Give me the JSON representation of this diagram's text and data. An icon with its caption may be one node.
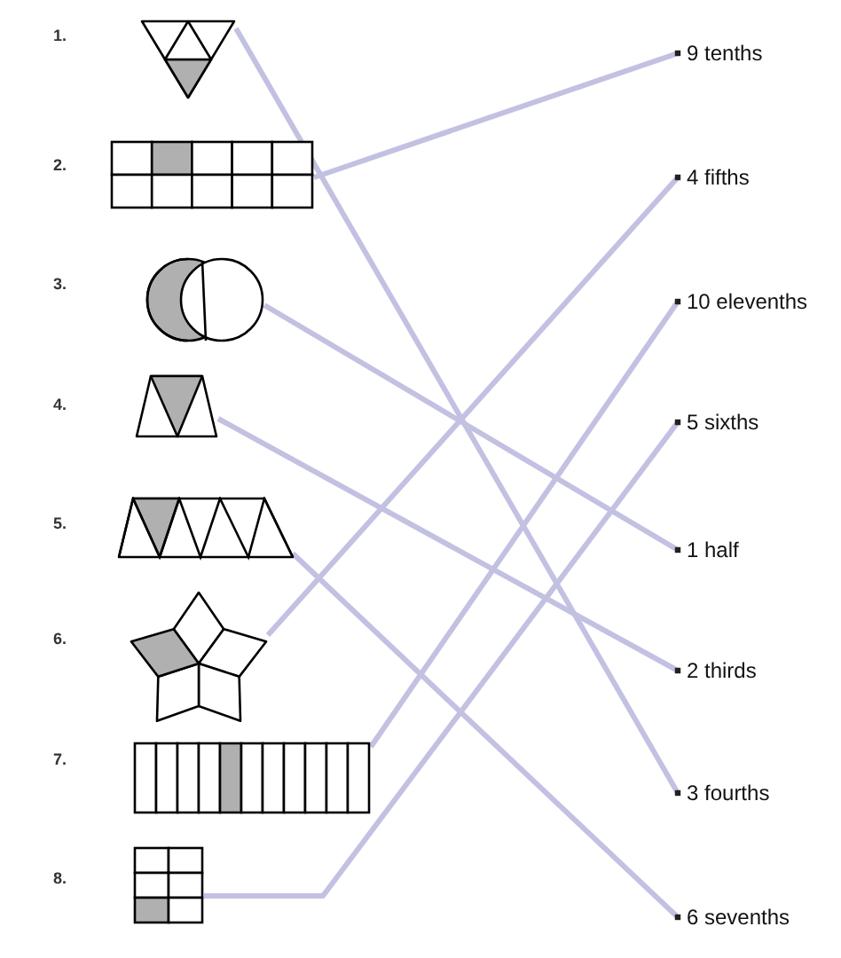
{
  "diagram": {
    "nodes": [
      {
        "text": [],
        "shape": "picture"
      },
      {
        "text": [],
        "shape": "picture"
      },
      {
        "text": [],
        "shape": "picture"
      },
      {
        "text": [],
        "shape": "picture"
      },
      {
        "text": [],
        "shape": "picture"
      },
      {
        "text": [],
        "shape": "picture"
      },
      {
        "text": [],
        "shape": "picture"
      },
      {
        "text": [],
        "shape": "picture"
      },
      {
        "text": [
          "9 tenths"
        ]
      },
      {
        "text": [
          "4 fifths"
        ]
      },
      {
        "text": [
          "10 elevenths"
        ]
      },
      {
        "text": [
          "5 sixths"
        ]
      },
      {
        "text": [
          "1 half"
        ]
      },
      {
        "text": [
          "2 thirds"
        ]
      },
      {
        "text": [
          "3 fourths"
        ]
      },
      {
        "text": [
          "6 sevenths"
        ]
      }
    ],
    "edges": [
      {
        "from": 0,
        "to": 14,
        "arrow": "other"
      },
      {
        "from": 1,
        "to": 8,
        "arrow": "other"
      },
      {
        "from": 2,
        "to": 12,
        "arrow": "other"
      },
      {
        "from": 3,
        "to": 13,
        "arrow": "other"
      },
      {
        "from": 4,
        "to": 15,
        "arrow": "other"
      },
      {
        "from": 5,
        "to": 9,
        "arrow": "other"
      },
      {
        "from": 6,
        "to": 10,
        "arrow": "other"
      },
      {
        "from": 7,
        "to": 11,
        "arrow": "other"
      }
    ],
    "labels": [
      "1.",
      "2.",
      "3.",
      "4.",
      "5.",
      "6.",
      "7.",
      "8."
    ]
  }
}
